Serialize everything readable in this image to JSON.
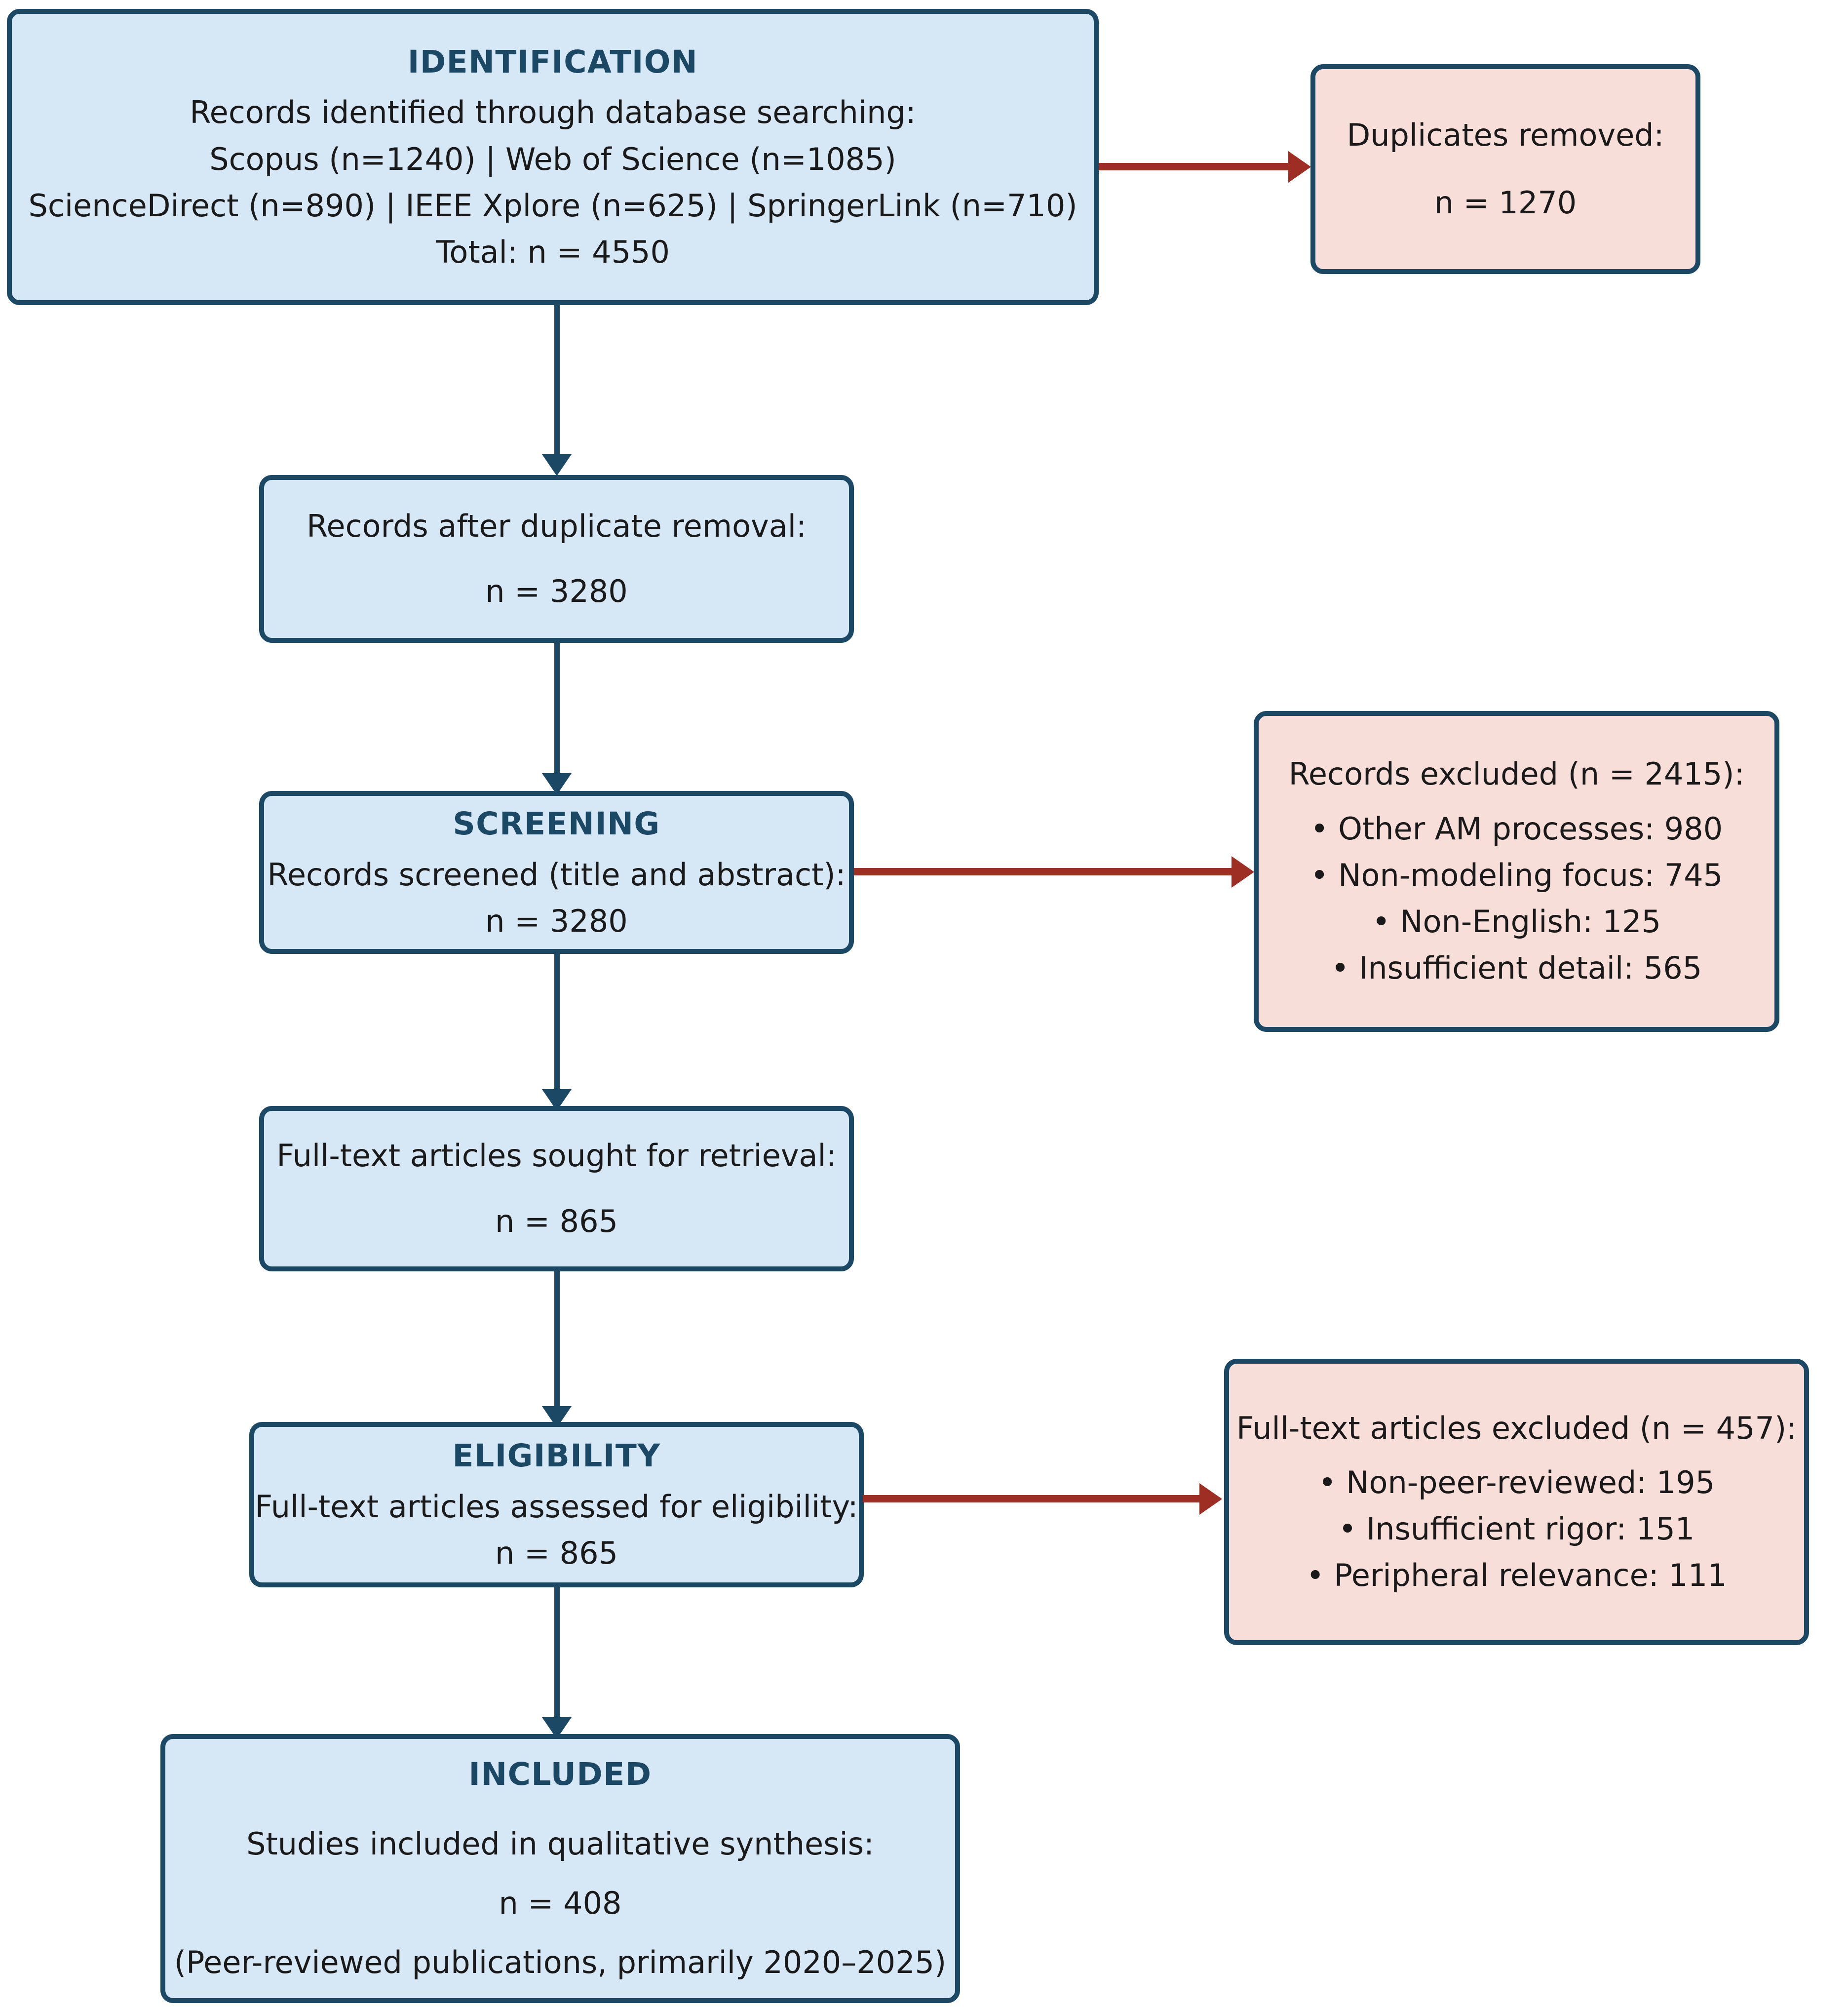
{
  "diagram": {
    "type": "prisma-flow-diagram",
    "colors": {
      "box_blue_fill": "#d6e7f5",
      "box_pink_fill": "#f8ded9",
      "box_border": "#1b4965",
      "stage_title": "#1b4965",
      "flow_arrow": "#1b4965",
      "exclusion_arrow": "#9e2d23",
      "background": "#ffffff"
    }
  },
  "identification": {
    "stage_label": "IDENTIFICATION",
    "lines": [
      "Records identified through database searching:",
      "Scopus (n=1240)  | Web of Science (n=1085)",
      "ScienceDirect (n=890) | IEEE Xplore (n=625) | SpringerLink (n=710)",
      "Total: n = 4550"
    ],
    "sources": [
      {
        "name": "Scopus",
        "n": 1240
      },
      {
        "name": "Web of Science",
        "n": 1085
      },
      {
        "name": "ScienceDirect",
        "n": 890
      },
      {
        "name": "IEEE Xplore",
        "n": 625
      },
      {
        "name": "SpringerLink",
        "n": 710
      }
    ],
    "total": 4550
  },
  "duplicates_removed": {
    "lines": [
      "Duplicates removed:",
      "n = 1270"
    ],
    "n": 1270
  },
  "after_duplicates": {
    "lines": [
      "Records after duplicate removal:",
      "n = 3280"
    ],
    "n": 3280
  },
  "screening": {
    "stage_label": "SCREENING",
    "lines": [
      "Records screened (title and abstract):",
      "n = 3280"
    ],
    "n": 3280
  },
  "records_excluded": {
    "header": "Records excluded (n = 2415):",
    "n": 2415,
    "reasons": [
      "• Other AM processes: 980",
      "• Non-modeling focus: 745",
      "• Non-English: 125",
      "• Insufficient detail: 565"
    ],
    "reason_values": [
      {
        "label": "Other AM processes",
        "n": 980
      },
      {
        "label": "Non-modeling focus",
        "n": 745
      },
      {
        "label": "Non-English",
        "n": 125
      },
      {
        "label": "Insufficient detail",
        "n": 565
      }
    ]
  },
  "sought_retrieval": {
    "lines": [
      "Full-text articles sought for retrieval:",
      "n = 865"
    ],
    "n": 865
  },
  "eligibility": {
    "stage_label": "ELIGIBILITY",
    "lines": [
      "Full-text articles assessed for eligibility:",
      "n = 865"
    ],
    "n": 865
  },
  "fulltext_excluded": {
    "header": "Full-text articles excluded (n = 457):",
    "n": 457,
    "reasons": [
      "• Non-peer-reviewed: 195",
      "• Insufficient rigor: 151",
      "• Peripheral relevance: 111"
    ],
    "reason_values": [
      {
        "label": "Non-peer-reviewed",
        "n": 195
      },
      {
        "label": "Insufficient rigor",
        "n": 151
      },
      {
        "label": "Peripheral relevance",
        "n": 111
      }
    ]
  },
  "included": {
    "stage_label": "INCLUDED",
    "lines": [
      "Studies included in qualitative synthesis:",
      "n = 408",
      "(Peer-reviewed publications, primarily 2020–2025)"
    ],
    "n": 408
  }
}
